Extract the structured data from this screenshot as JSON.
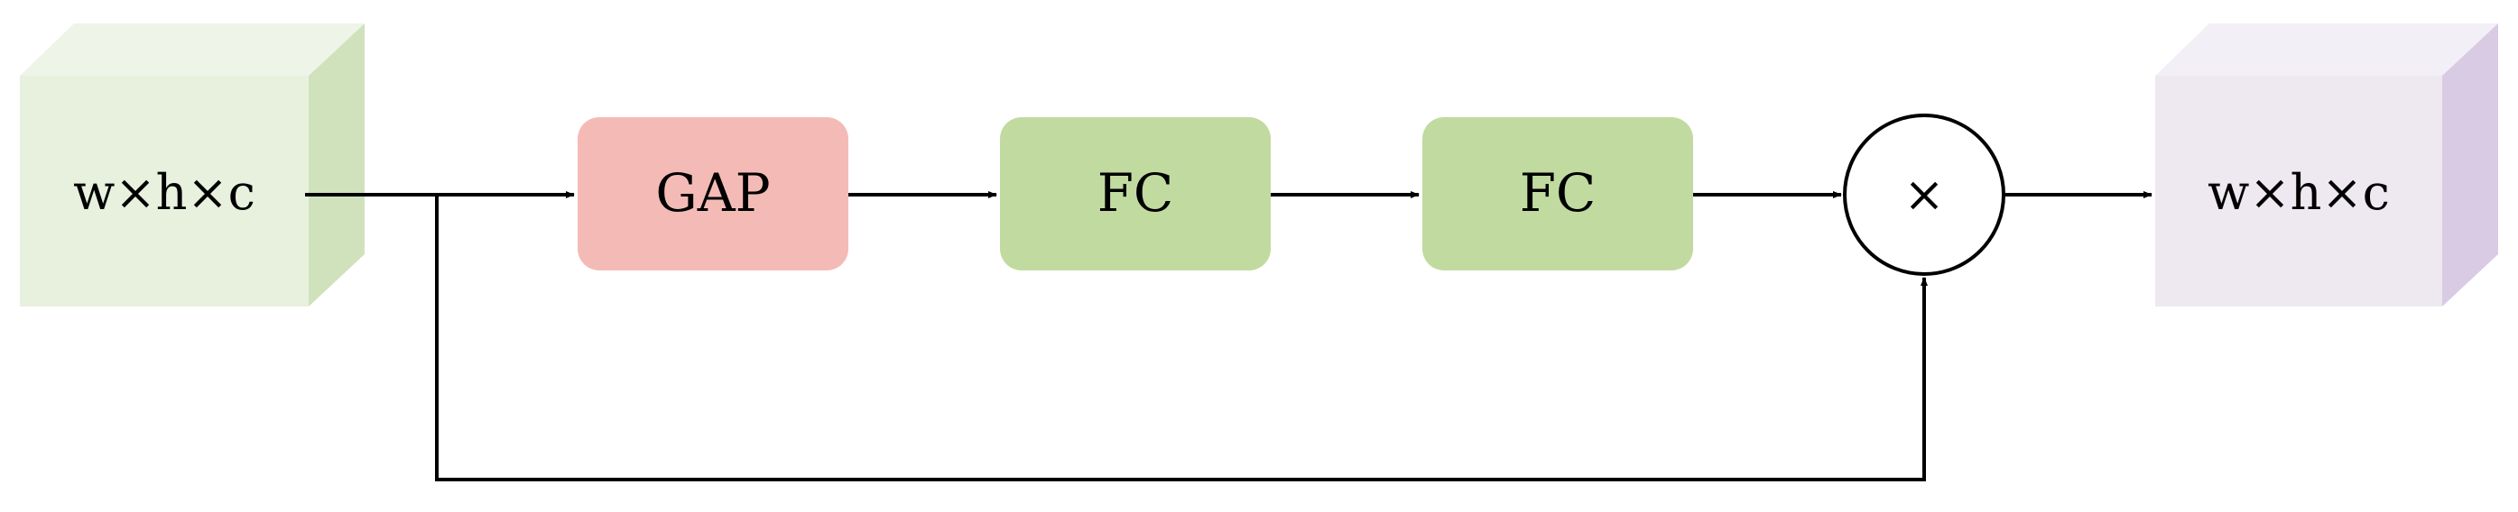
{
  "diagram": {
    "input_block": {
      "label": "w×h×c",
      "color": "#e8f0de",
      "top_color": "#eef5e8",
      "side_color": "#d0e2bc"
    },
    "gap_block": {
      "label": "GAP",
      "color": "#f4bbb6"
    },
    "fc1_block": {
      "label": "FC",
      "color": "#c1da9f"
    },
    "fc2_block": {
      "label": "FC",
      "color": "#c1da9f"
    },
    "multiply_node": {
      "label": "×"
    },
    "output_block": {
      "label": "w×h×c",
      "color": "#eee8f1",
      "top_color": "#f3eff6",
      "side_color": "#d8cbe3"
    },
    "line_color": "#000000"
  }
}
